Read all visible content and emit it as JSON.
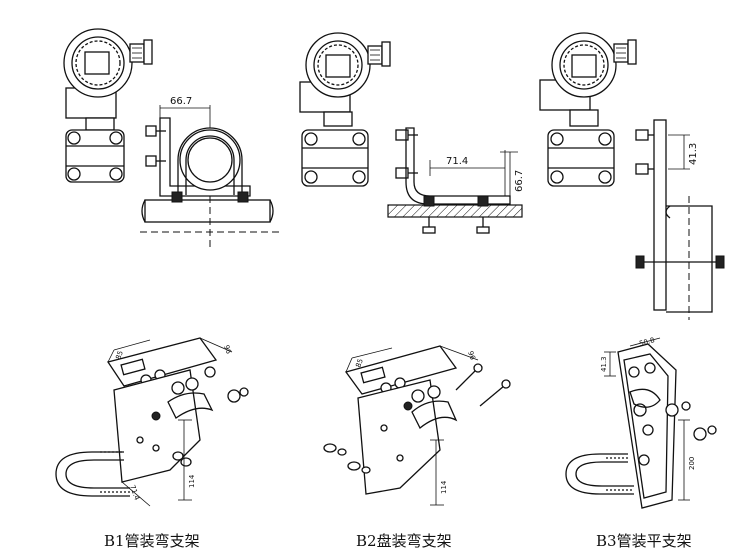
{
  "captions": {
    "b1": "B1管装弯支架",
    "b2": "B2盘装弯支架",
    "b3": "B3管装平支架"
  },
  "dimensions": {
    "b1_width": "66.7",
    "b2_width": "71.4",
    "b2_height": "66.7",
    "b3_height": "41.3",
    "b1_iso_top_a": "85",
    "b1_iso_top_b": "96",
    "b1_iso_height": "114",
    "b1_iso_bottom": "71.4",
    "b2_iso_top_a": "85",
    "b2_iso_top_b": "96",
    "b2_iso_height": "114",
    "b3_iso_top_a": "41.3",
    "b3_iso_top_b": "50.8",
    "b3_iso_height": "200"
  }
}
